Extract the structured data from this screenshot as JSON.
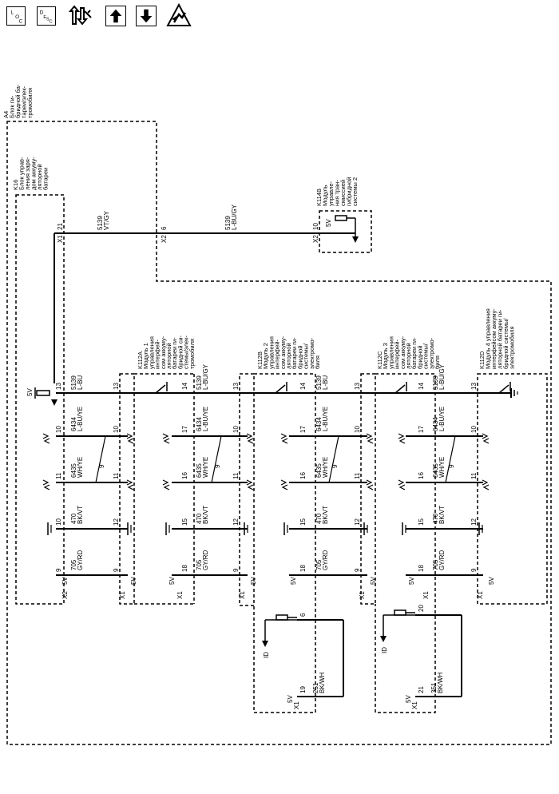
{
  "toolbar": {
    "icons": [
      {
        "name": "connector-location-icon",
        "text": "LOC"
      },
      {
        "name": "description-icon",
        "text": "DESC"
      },
      {
        "name": "signal-flow-icon",
        "text": ""
      },
      {
        "name": "arrow-up-icon",
        "text": ""
      },
      {
        "name": "arrow-down-icon",
        "text": ""
      },
      {
        "name": "esd-warning-icon",
        "text": ""
      }
    ]
  },
  "diagram": {
    "blocks": {
      "A4": [
        "A4",
        "Блок ги-",
        "бридной ба-",
        "тареи/элек-",
        "тромобиля"
      ],
      "K16": [
        "K16",
        "Блок управ-",
        "ления заря-",
        "дом аккуму-",
        "ляторной",
        "батареи"
      ],
      "K114B": [
        "K114B",
        "Модуль",
        "управле-",
        "ния тран-",
        "смиссией",
        "гибридной",
        "системы 2"
      ],
      "K112A": [
        "K112A",
        "Модуль 1",
        "управления",
        "интерфей-",
        "сом аккуму-",
        "ляторной",
        "батареи ги-",
        "бридной си-",
        "стемы/элек-",
        "тромобиля"
      ],
      "K112B": [
        "K112B",
        "Модуль 2",
        "управления",
        "интерфей-",
        "сом аккуму-",
        "ляторной",
        "батареи ги-",
        "бридной",
        "системы/",
        "электромо-",
        "биля"
      ],
      "K112C": [
        "K112C",
        "Модуль 3",
        "управления",
        "интерфей-",
        "сом аккуму-",
        "ляторной",
        "батареи ги-",
        "бридной",
        "системы/",
        "электромо-",
        "биля"
      ],
      "K112D": [
        "K112D",
        "Модуль 4 управления",
        "интерфейсом аккуму-",
        "ляторной батареи ги-",
        "бридной системы/",
        "электромобиля"
      ]
    },
    "top_wire": {
      "left_circuit": "5139",
      "left_color": "VT/GY",
      "right_circuit": "5139",
      "right_color": "L-BU/GY",
      "pin_k16": "21",
      "pin_a4": "6",
      "pin_k114": "10",
      "conn_k16": "X1",
      "conn_a4": "X2",
      "conn_k114": "X2",
      "k114_voltage": "5V"
    },
    "bus_circuits": {
      "k1": {
        "c": "5139",
        "col": "L-BU"
      },
      "k2": {
        "c": "5139",
        "col": "L-BU/GY"
      },
      "k3": {
        "c": "5139",
        "col": "L-BU"
      },
      "k4": {
        "c": "5139",
        "col": "L-BU/GY"
      }
    },
    "can_high": {
      "c": "6434",
      "col": "L-BU/YE"
    },
    "can_low": {
      "c": "6435",
      "col": "WH/YE"
    },
    "ground": {
      "c": "470",
      "col": "BK/VT"
    },
    "supply": {
      "c": "705",
      "col": "GY/RD"
    },
    "twist": "9",
    "volt": "5V",
    "id_label": "ID",
    "pins": {
      "m1_left": [
        "13",
        "10",
        "11",
        "10",
        "9"
      ],
      "m1_right": [
        "13",
        "10",
        "11",
        "12",
        "9"
      ],
      "ma_right": [
        "14",
        "17",
        "16",
        "15",
        "18"
      ],
      "mb_left": [
        "13",
        "10",
        "11",
        "12",
        "9"
      ],
      "mb_right": [
        "14",
        "17",
        "16",
        "15",
        "18"
      ],
      "mc_left": [
        "13",
        "10",
        "11",
        "12",
        "9"
      ],
      "mc_right": [
        "14",
        "17",
        "16",
        "15",
        "18"
      ],
      "md_left": [
        "13",
        "10",
        "11",
        "12",
        "9"
      ]
    },
    "connectors": {
      "x1": "X1",
      "x2": "X2"
    },
    "id_circuits": {
      "b": {
        "c": "251",
        "col": "BK/WH",
        "pin_top": "6",
        "pin_bottom": "19"
      },
      "c": {
        "c": "351",
        "col": "BK/WH",
        "pin_top": "20",
        "pin_bottom": "21"
      }
    }
  }
}
